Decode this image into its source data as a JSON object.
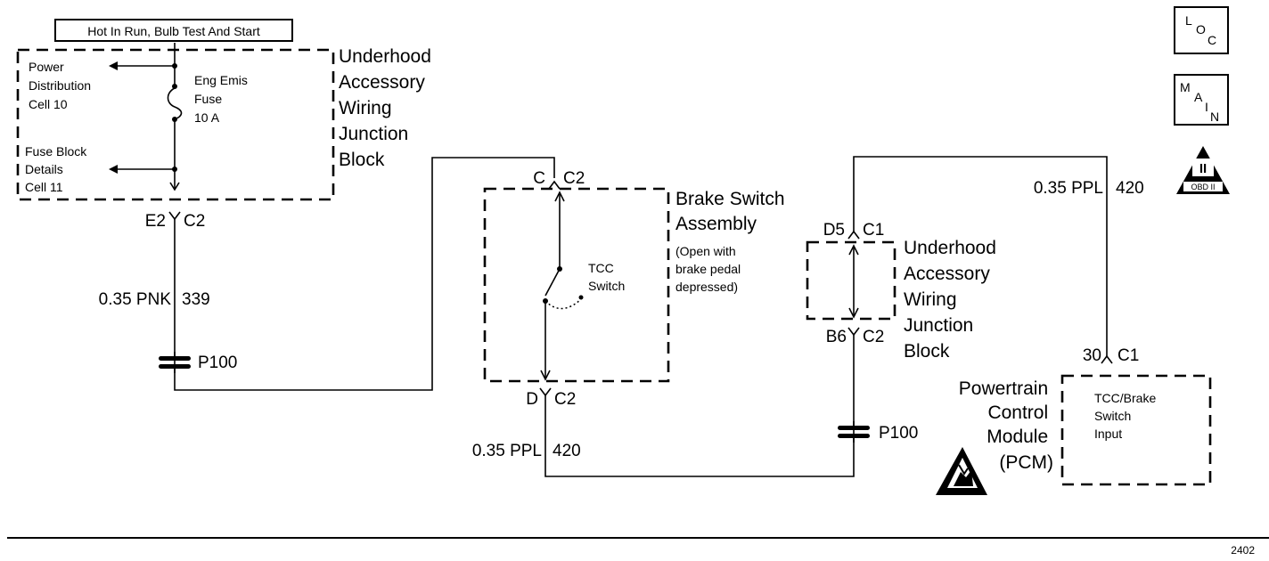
{
  "header": {
    "label": "Hot In Run, Bulb Test And Start"
  },
  "fuse_block": {
    "power_distribution": [
      "Power",
      "Distribution",
      "Cell 10"
    ],
    "fuse_block_details": [
      "Fuse Block",
      "Details",
      "Cell 11"
    ],
    "fuse_label": [
      "Eng Emis",
      "Fuse",
      "10   A"
    ],
    "block_name": [
      "Underhood",
      "Accessory",
      "Wiring",
      "Junction",
      "Block"
    ]
  },
  "connectors": {
    "e2_pin": "E2",
    "e2_conn": "C2",
    "c_pin": "C",
    "c_conn": "C2",
    "d_pin": "D",
    "d_conn": "C2",
    "d5_pin": "D5",
    "d5_conn": "C1",
    "b6_pin": "B6",
    "b6_conn": "C2",
    "pin30": "30",
    "pin30_conn": "C1"
  },
  "wires": {
    "left_wire": {
      "size_color": "0.35 PNK",
      "circuit": "339"
    },
    "mid_wire": {
      "size_color": "0.35 PPL",
      "circuit": "420"
    },
    "right_wire": {
      "size_color": "0.35 PPL",
      "circuit": "420"
    }
  },
  "splices": {
    "left": "P100",
    "right": "P100"
  },
  "brake_switch": {
    "name": [
      "Brake Switch",
      "Assembly"
    ],
    "note": [
      "(Open with",
      "brake pedal",
      "depressed)"
    ],
    "switch_label": [
      "TCC",
      "Switch"
    ]
  },
  "junction_block_2": {
    "name": [
      "Underhood",
      "Accessory",
      "Wiring",
      "Junction",
      "Block"
    ]
  },
  "pcm": {
    "name": [
      "Powertrain",
      "Control",
      "Module",
      "(PCM)"
    ],
    "input_label": [
      "TCC/Brake",
      "Switch",
      "Input"
    ]
  },
  "icons": {
    "loc": {
      "l": "L",
      "o": "O",
      "c": "C"
    },
    "main": {
      "m": "M",
      "a": "A",
      "i": "I",
      "n": "N"
    },
    "obd": {
      "numeral": "II",
      "text": "OBD II"
    }
  },
  "footer": {
    "figure_number": "2402"
  }
}
